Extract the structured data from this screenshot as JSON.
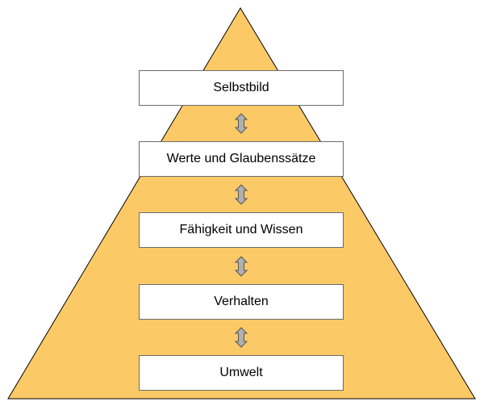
{
  "colors": {
    "pyramid_fill": "#FBCA67",
    "pyramid_stroke": "#000000",
    "arrow_fill": "#B0B0B0",
    "arrow_stroke": "#555555",
    "box_fill": "#FFFFFF",
    "box_border": "#6B6B6B"
  },
  "levels": [
    {
      "label": "Selbstbild"
    },
    {
      "label": "Werte und Glaubenssätze"
    },
    {
      "label": "Fähigkeit und Wissen"
    },
    {
      "label": "Verhalten"
    },
    {
      "label": "Umwelt"
    }
  ],
  "connectors": [
    {
      "icon": "double-headed-vertical-arrow-icon"
    },
    {
      "icon": "double-headed-vertical-arrow-icon"
    },
    {
      "icon": "double-headed-vertical-arrow-icon"
    },
    {
      "icon": "double-headed-vertical-arrow-icon"
    }
  ]
}
